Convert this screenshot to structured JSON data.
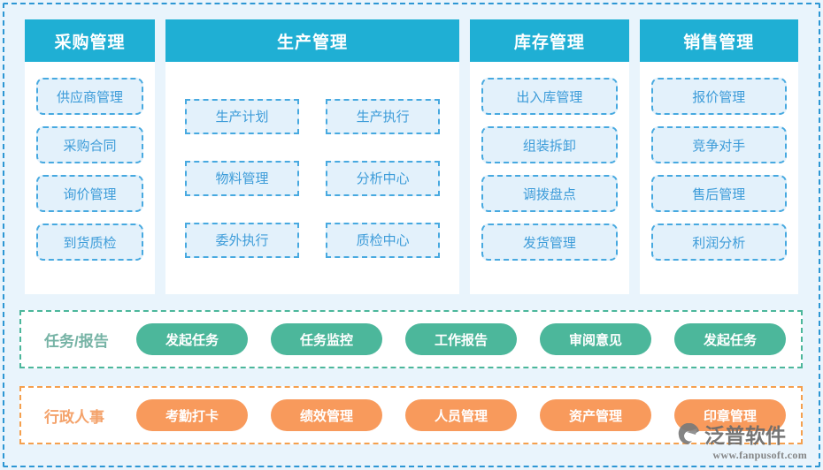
{
  "theme": {
    "background": "#e9f4fc",
    "frame_border": "#2d97d4",
    "header_blue": "#1fafd4",
    "item_fill": "#e3f1fb",
    "item_border": "#47a9e0",
    "item_text": "#3d9cd9",
    "green": "#4cb79b",
    "orange": "#f89a5c",
    "task_label": "#76b3a5",
    "admin_label": "#f4a26a"
  },
  "cards": [
    {
      "key": "purchase",
      "title": "采购管理",
      "layout": "single",
      "items": [
        "供应商管理",
        "采购合同",
        "询价管理",
        "到货质检"
      ]
    },
    {
      "key": "production",
      "title": "生产管理",
      "layout": "grid2",
      "items": [
        "生产计划",
        "生产执行",
        "物料管理",
        "分析中心",
        "委外执行",
        "质检中心"
      ]
    },
    {
      "key": "inventory",
      "title": "库存管理",
      "layout": "single",
      "items": [
        "出入库管理",
        "组装拆卸",
        "调拨盘点",
        "发货管理"
      ]
    },
    {
      "key": "sales",
      "title": "销售管理",
      "layout": "single",
      "items": [
        "报价管理",
        "竞争对手",
        "售后管理",
        "利润分析"
      ]
    }
  ],
  "bands": [
    {
      "key": "tasks",
      "label": "任务/报告",
      "color": "green",
      "pills": [
        "发起任务",
        "任务监控",
        "工作报告",
        "审阅意见",
        "发起任务"
      ]
    },
    {
      "key": "admin",
      "label": "行政人事",
      "color": "orange",
      "pills": [
        "考勤打卡",
        "绩效管理",
        "人员管理",
        "资产管理",
        "印章管理"
      ]
    }
  ],
  "watermark": {
    "brand": "泛普软件",
    "url": "www.fanpusoft.com"
  }
}
